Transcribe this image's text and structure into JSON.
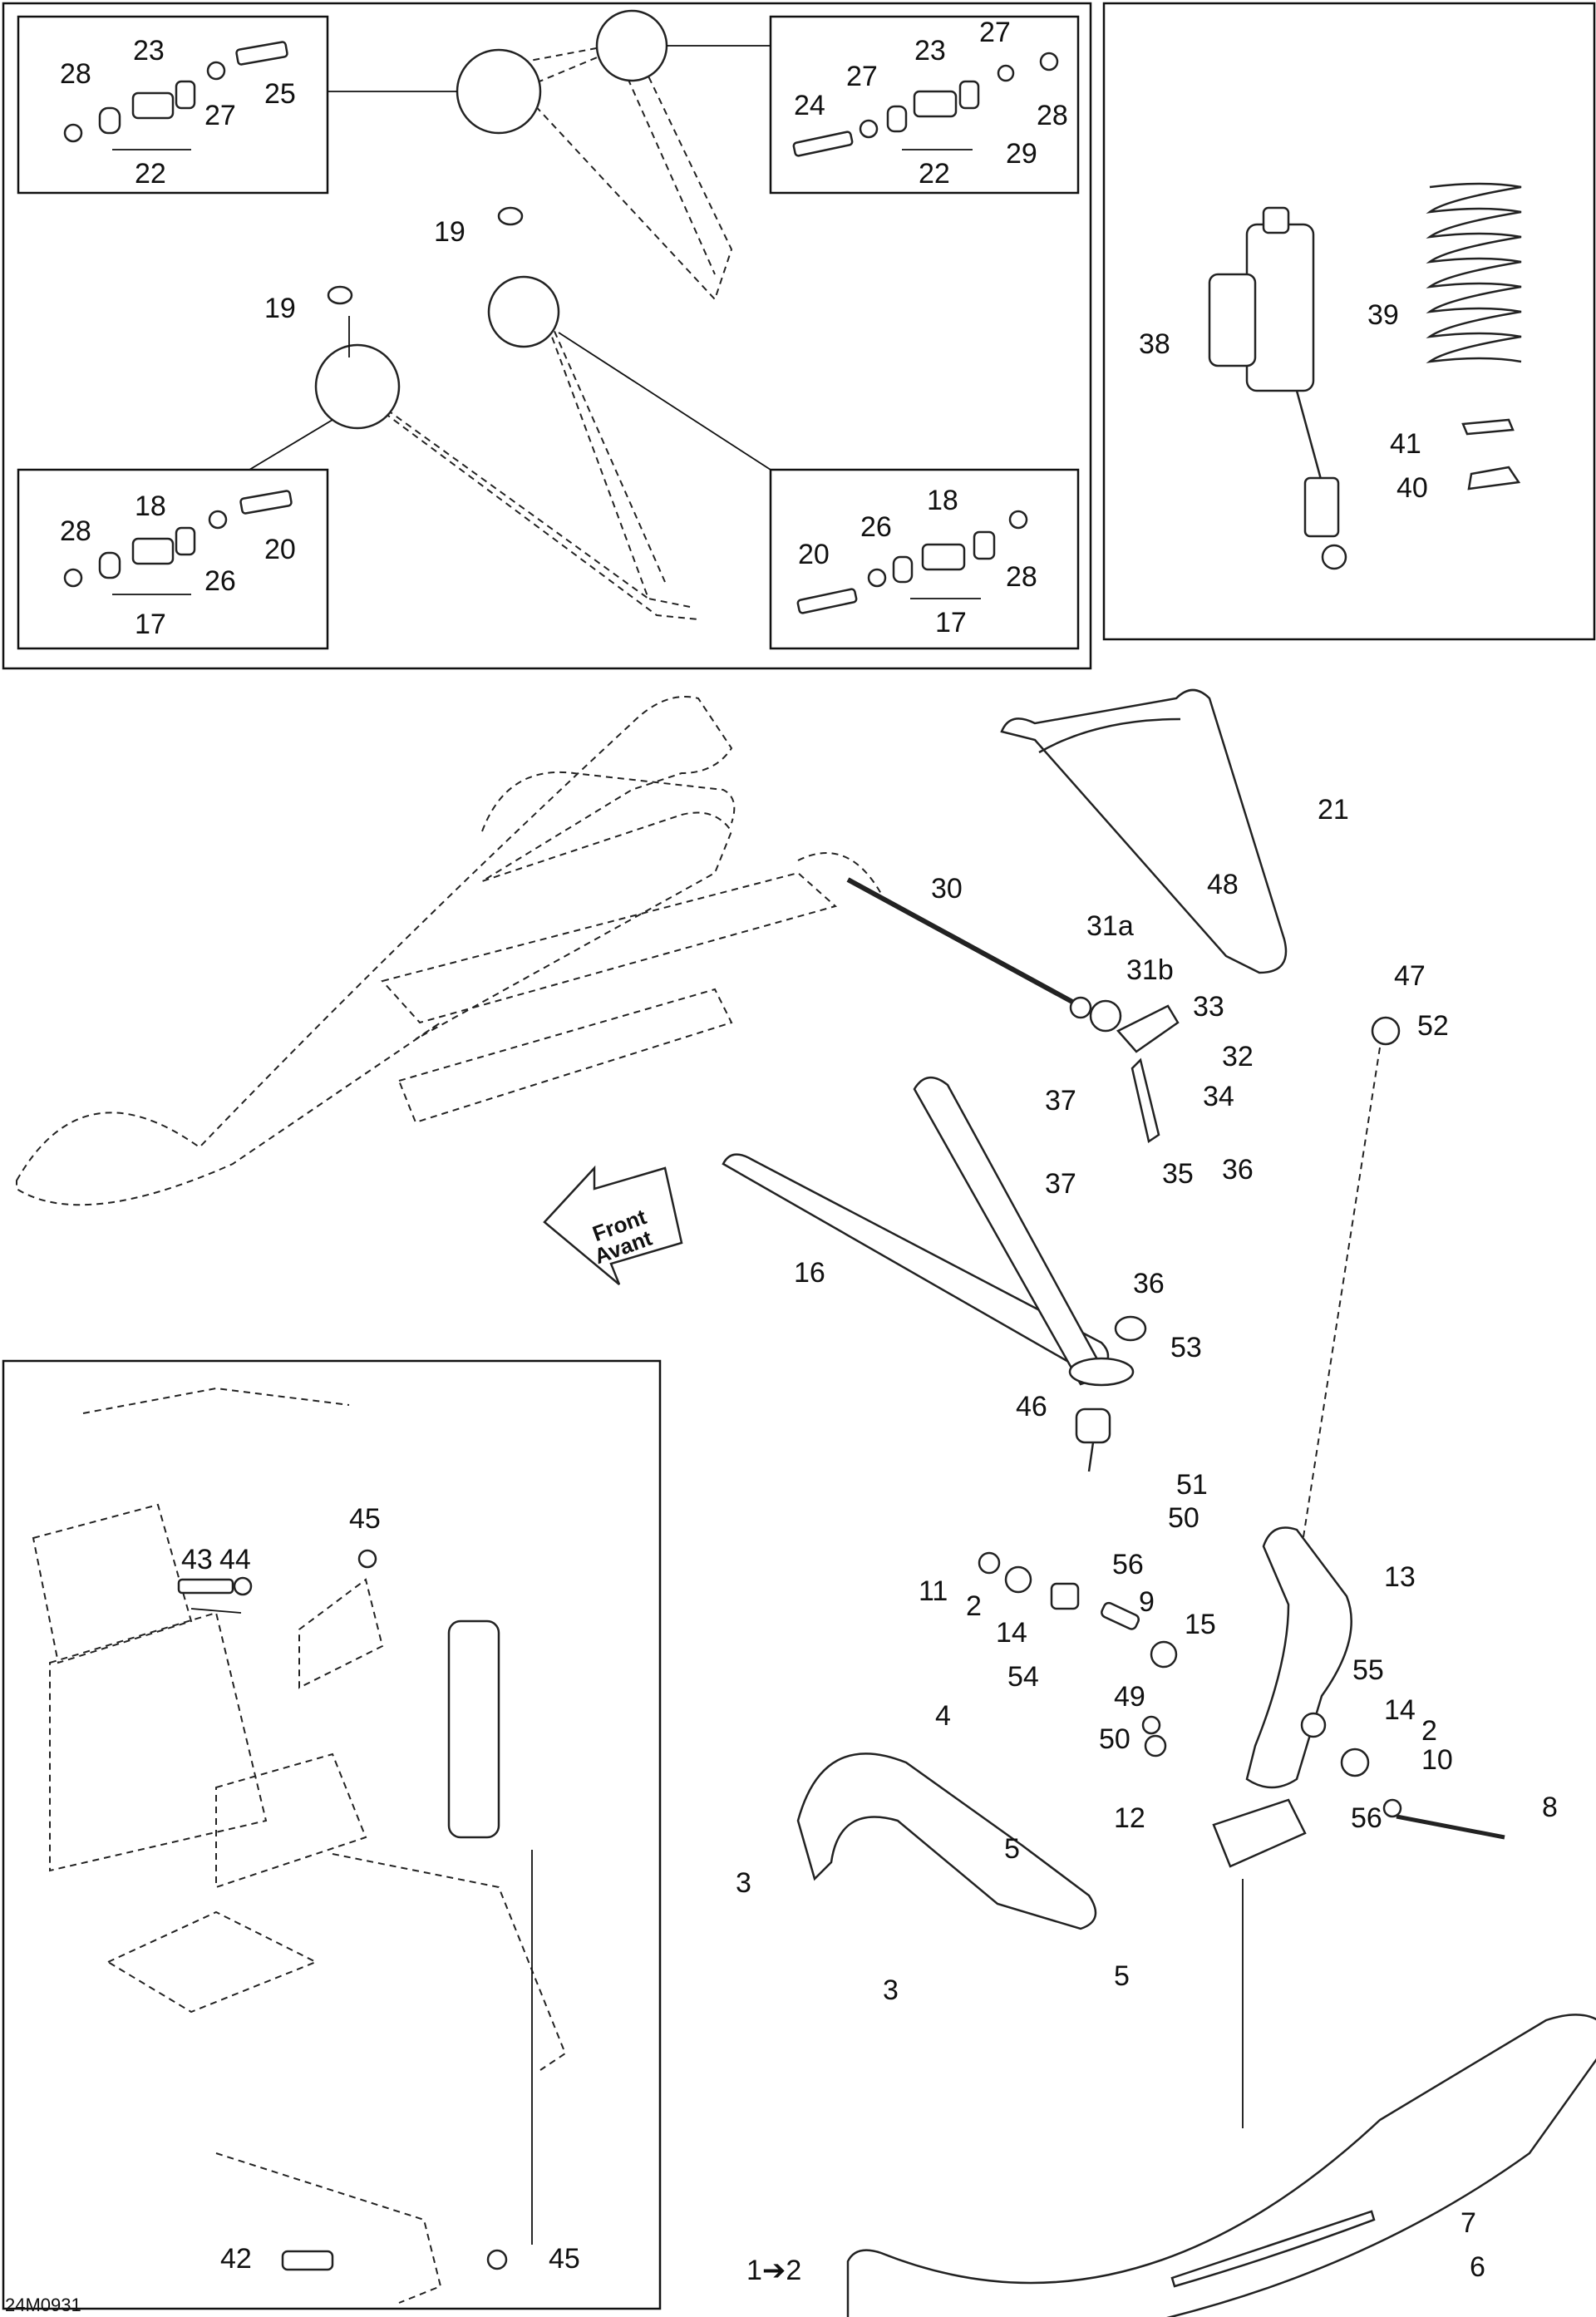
{
  "drawing_code": "24M0931",
  "arrow_text": {
    "line1": "Front",
    "line2": "Avant"
  },
  "labels": {
    "p1": "1",
    "p2": "2",
    "p3": "3",
    "p4": "4",
    "p5": "5",
    "p6": "6",
    "p7": "7",
    "p8": "8",
    "p9": "9",
    "p10": "10",
    "p11": "11",
    "p12": "12",
    "p13": "13",
    "p14": "14",
    "p15": "15",
    "p16": "16",
    "p17": "17",
    "p18": "18",
    "p19": "19",
    "p20": "20",
    "p21": "21",
    "p22": "22",
    "p23": "23",
    "p24": "24",
    "p25": "25",
    "p26": "26",
    "p27": "27",
    "p28": "28",
    "p29": "29",
    "p30": "30",
    "p31a": "31a",
    "p31b": "31b",
    "p32": "32",
    "p33": "33",
    "p34": "34",
    "p35": "35",
    "p36": "36",
    "p37": "37",
    "p38": "38",
    "p39": "39",
    "p40": "40",
    "p41": "41",
    "p42": "42",
    "p43": "43",
    "p44": "44",
    "p45": "45",
    "p46": "46",
    "p47": "47",
    "p48": "48",
    "p49": "49",
    "p50": "50",
    "p51": "51",
    "p52": "52",
    "p53": "53",
    "p54": "54",
    "p55": "55",
    "p56": "56",
    "arrow_1_2": "1➔2"
  }
}
